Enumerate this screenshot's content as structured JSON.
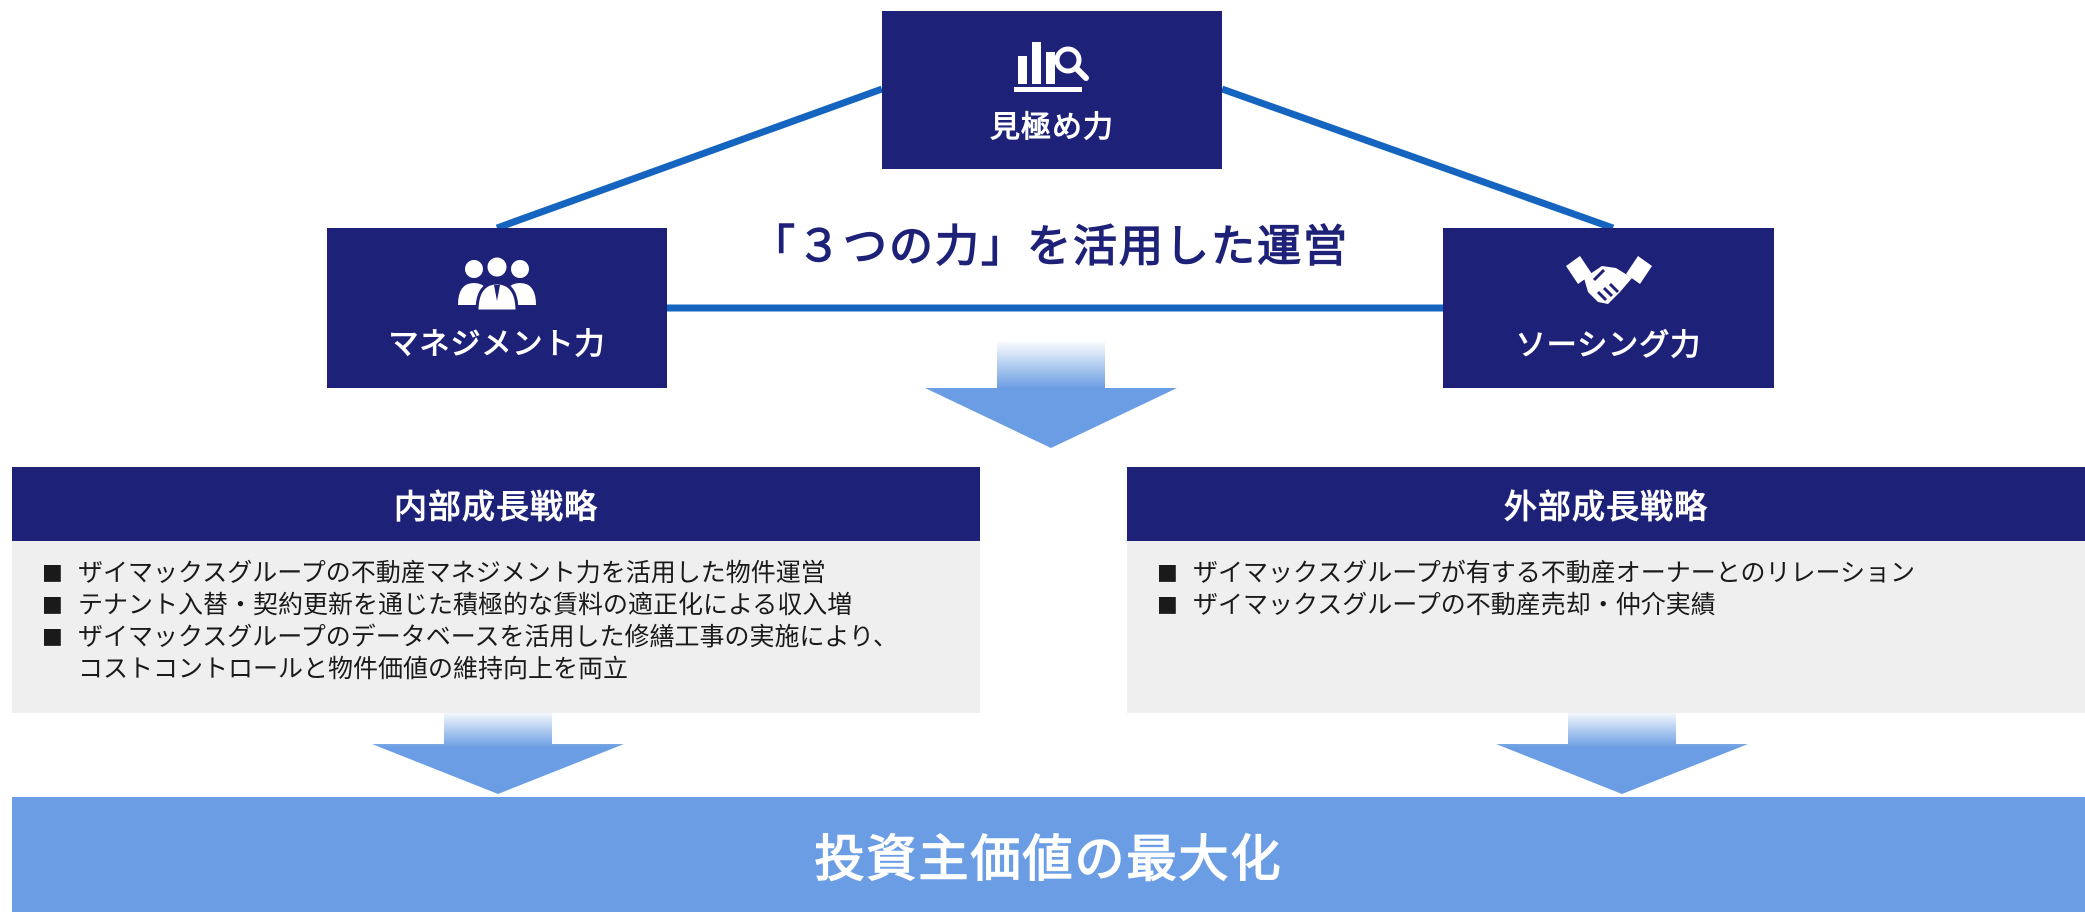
{
  "top_node": {
    "label": "見極め力",
    "icon": "analysis-magnifier-icon"
  },
  "left_node": {
    "label": "マネジメント力",
    "icon": "people-group-icon"
  },
  "right_node": {
    "label": "ソーシング力",
    "icon": "handshake-icon"
  },
  "center_title": "「３つの力」を活用した運営",
  "internal": {
    "title": "内部成長戦略",
    "bullet": "■",
    "items": [
      "ザイマックスグループの不動産マネジメント力を活用した物件運営",
      "テナント入替・契約更新を通じた積極的な賃料の適正化による収入増",
      "ザイマックスグループのデータベースを活用した修繕工事の実施により、",
      "コストコントロールと物件価値の維持向上を両立"
    ]
  },
  "external": {
    "title": "外部成長戦略",
    "bullet": "■",
    "items": [
      "ザイマックスグループが有する不動産オーナーとのリレーション",
      "ザイマックスグループの不動産売却・仲介実績"
    ]
  },
  "bottom": {
    "label": "投資主価値の最大化"
  },
  "colors": {
    "navy": "#1e2178",
    "line_blue": "#1565c0",
    "arrow_blue": "#6a9de3",
    "panel_bg": "#efefef"
  }
}
